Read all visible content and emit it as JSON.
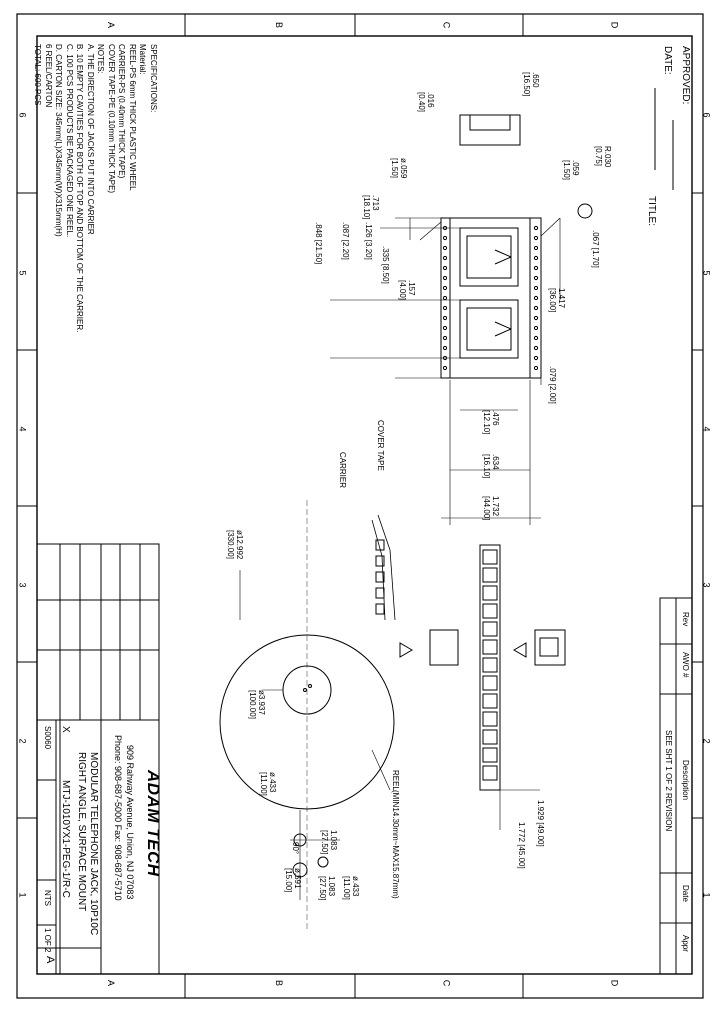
{
  "border": {
    "zones_letters": [
      "A",
      "B",
      "C",
      "D"
    ],
    "zones_numbers": [
      "6",
      "5",
      "4",
      "3",
      "2",
      "1"
    ]
  },
  "header": {
    "approved_label": "APPROVED:",
    "date_label": "DATE:",
    "title_label": "TITLE:"
  },
  "revision": {
    "headers": [
      "Rev",
      "AWO #",
      "Description",
      "Date",
      "Appr"
    ],
    "row_description": "SEE SHT 1 OF 2 REVISION"
  },
  "specs": {
    "heading": "SPECIFICATIONS:",
    "lines": [
      "Material:",
      "REEL-PS 6mm THICK PLASTIC WHEEL",
      "CARRIER-PS  (0.40mm THICK TAPE)",
      "COVER TAPE-PE  (0.10mm THICK TAPE)",
      "NOTES:",
      "A.  THE DIRECTION OF JACKS PUT INTO CARRIER",
      "B.  10 EMPTY CAVITIES FOR BOTH OF TOP AND BOTTOM OF THE CARRIER.",
      "C.  100 PCS PRODUCTS BE PACKAGED ONE REEL.",
      "D.  CARTON SIZE: 345mm(L)X345mm(W)X315mm(H)",
      "6 REEL/CARTON",
      "TOTAL: 600 PCS"
    ]
  },
  "dims": {
    "d650": ".650\n[16.50]",
    "d016": ".016\n[0.40]",
    "d059a": "ø.059\n[1.50]",
    "d059b": ".059\n[1.50]",
    "r030": "R.030\n[0.75]",
    "d067": ".067 [1.70]",
    "d713": ".713\n[18.10]",
    "d157": ".157\n[4.00]",
    "d335": ".335 [8.50]",
    "d126": ".126 [3.20]",
    "d087": ".087 [2.20]",
    "d848": ".848 [21.50]",
    "d1417": "1.417\n[36.00]",
    "d079": ".079 [2.00]",
    "d476": ".476\n[12.10]",
    "d634": ".634\n[16.10]",
    "d1732": "1.732\n[44.00]",
    "d1929": "1.929 [49.00]",
    "d1772": "1.772 [45.00]",
    "d12992": "ø12.992\n[330.00]",
    "d3937": "ø3.937\n[100.00]",
    "d433a": "ø.433\n[11.00]",
    "d1083a": "1.083\n[27.50]",
    "d433b": "ø.433\n[11.00]",
    "d1083b": "1.083\n[27.50]",
    "d591": "ø.591\n[15.00]",
    "d90": "90°",
    "minmax": "(MIN14.30mm~MAX15.87mm)"
  },
  "labels": {
    "cover_tape": "COVER TAPE",
    "carrier": "CARRIER",
    "reel": "REEL"
  },
  "titleblock": {
    "company": "ADAM TECH",
    "address": "909 Rahway Avenue, Union, NJ 07083",
    "phone": "Phone: 908-687-5000  Fax: 908-687-5710",
    "desc1": "MODULAR TELEPHONE JACK, 10P10C",
    "desc2": "RIGHT ANGLE, SURFACE MOUNT",
    "part": "MTJ-1010YX1-PEG-1/R-C",
    "scale": "NTS",
    "sheet": "1  OF  2",
    "size": "A",
    "mark": "X",
    "sd": "S0060"
  }
}
